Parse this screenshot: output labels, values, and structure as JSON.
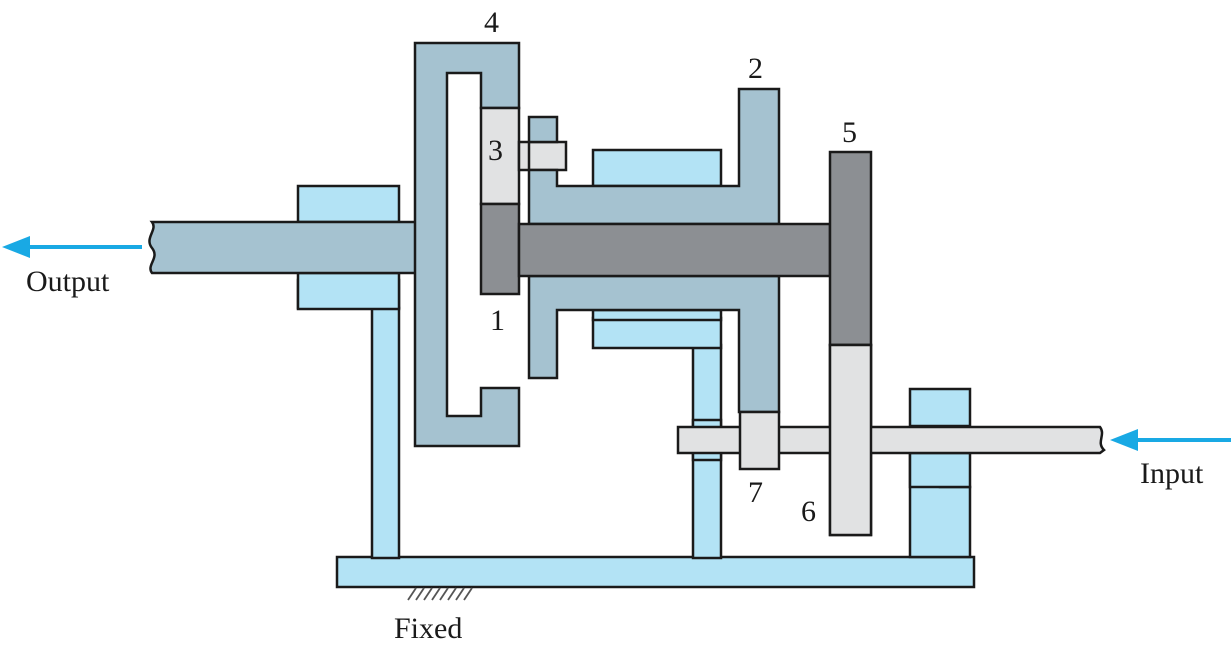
{
  "labels": {
    "output": "Output",
    "input": "Input",
    "fixed": "Fixed",
    "gear1": "1",
    "gear2": "2",
    "gear3": "3",
    "gear4": "4",
    "gear5": "5",
    "gear6": "6",
    "gear7": "7"
  },
  "colors": {
    "frame": "#b3e3f5",
    "carrier": "#a5c2d0",
    "gear_dark": "#8c8f93",
    "gear_light": "#e1e2e3",
    "arrow": "#19a9e4"
  }
}
